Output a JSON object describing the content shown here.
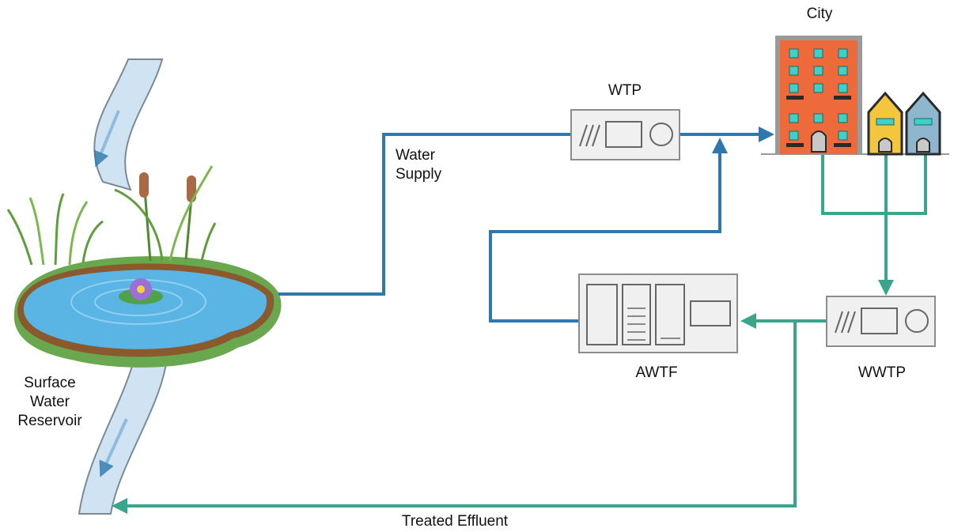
{
  "labels": {
    "city": "City",
    "wtp": "WTP",
    "water_supply": [
      "Water",
      "Supply"
    ],
    "awtf": "AWTF",
    "wwtp": "WWTP",
    "reservoir": [
      "Surface",
      "Water",
      "Reservoir"
    ],
    "treated_effluent": "Treated Effluent"
  },
  "colors": {
    "supply_line": "#2f78ad",
    "wastewater_line": "#3aa58a",
    "river": "#cfe3f2",
    "river_edge": "#7a8a95",
    "pond_water": "#5ab4e4",
    "pond_rim": "#8a5a2e",
    "grass": "#6aa84f",
    "box_fill": "#f0f0f0",
    "box_stroke": "#8c8c8c",
    "building_main": "#ee6a3a",
    "house_yellow": "#f3c63d",
    "house_blue": "#8fb6cf",
    "window": "#3fd0c6"
  },
  "icons": [
    "river-icon",
    "pond-icon",
    "cattail-icon",
    "water-lily-icon",
    "treatment-plant-icon",
    "building-icon",
    "house-icon"
  ]
}
